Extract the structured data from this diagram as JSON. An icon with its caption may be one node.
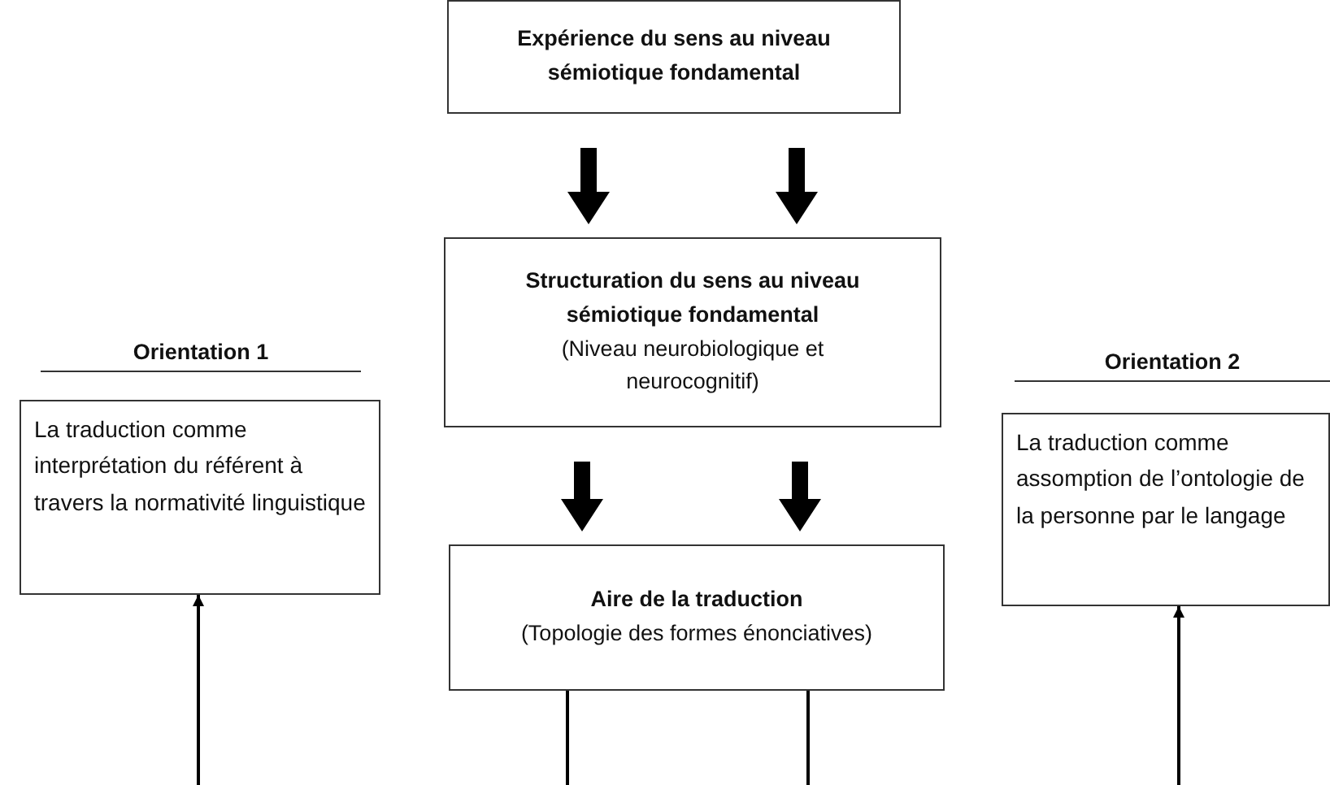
{
  "diagram": {
    "nodes": [
      {
        "text": [
          "Expérience du sens au niveau sémiotique fondamental"
        ]
      },
      {
        "text": [
          "Orientation 1",
          "La traduction comme interprétation du référent à travers la normativité linguistique"
        ]
      },
      {
        "text": [
          "Structuration du sens au niveau sémiotique fondamental",
          "(Niveau neurobiologique  et neurocognitif)"
        ]
      },
      {
        "text": [
          "Orientation 2",
          "La traduction comme assomption de l’ontologie de la personne par le langage"
        ]
      },
      {
        "text": [
          "Aire de la traduction",
          "(Topologie des formes énonciatives)"
        ]
      }
    ],
    "edges": [
      {
        "from": 0,
        "to": 2,
        "arrow": "to",
        "style": "thick"
      },
      {
        "from": 0,
        "to": 2,
        "arrow": "to",
        "style": "thick"
      },
      {
        "from": 2,
        "to": 4,
        "arrow": "to",
        "style": "thick"
      },
      {
        "from": 2,
        "to": 4,
        "arrow": "to",
        "style": "thick"
      },
      {
        "from": 4,
        "to": null,
        "arrow": "none"
      },
      {
        "from": 4,
        "to": null,
        "arrow": "none"
      },
      {
        "from": null,
        "to": 1,
        "arrow": "to"
      },
      {
        "from": null,
        "to": 3,
        "arrow": "to"
      }
    ]
  }
}
